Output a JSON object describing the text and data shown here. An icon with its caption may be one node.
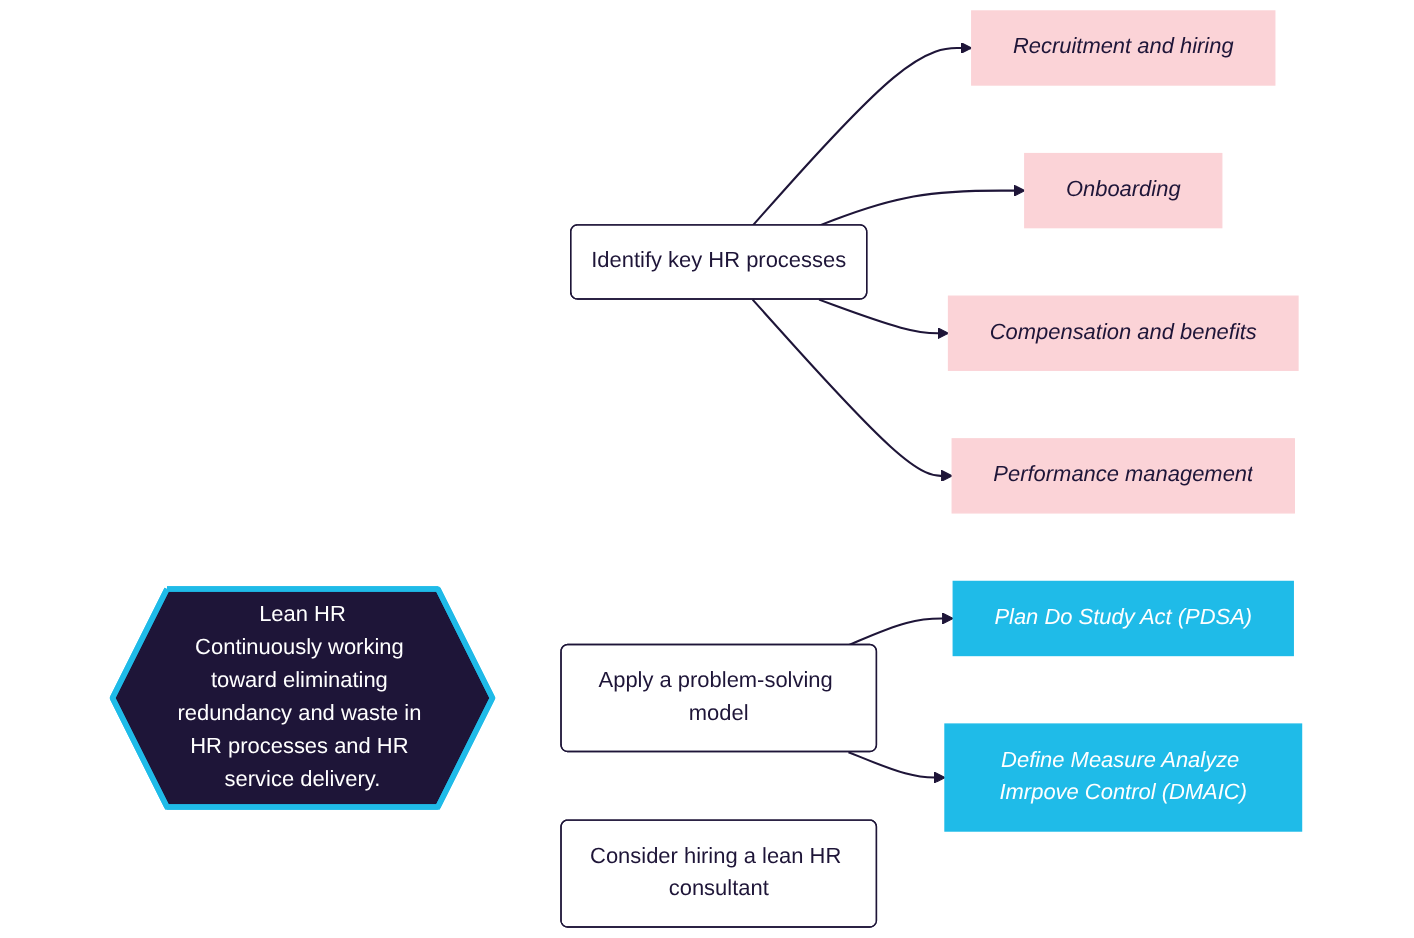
{
  "diagram": {
    "nodes": [
      {
        "text": [
          "Lean HR",
          "Continuously working toward eliminating redundancy and waste in HR processes and HR service delivery."
        ]
      },
      {
        "text": [
          "Identify key HR processes"
        ]
      },
      {
        "text": [
          "Apply a problem-solving model"
        ]
      },
      {
        "text": [
          "Consider hiring a lean HR consultant"
        ]
      },
      {
        "text": [
          "Recruitment and hiring"
        ]
      },
      {
        "text": [
          "Onboarding"
        ]
      },
      {
        "text": [
          "Compensation and benefits"
        ]
      },
      {
        "text": [
          "Performance management"
        ]
      },
      {
        "text": [
          "Plan Do Study Act (PDSA)"
        ]
      },
      {
        "text": [
          "Define Measure Analyze Imrpove Control (DMAIC)"
        ]
      }
    ],
    "edges": [
      {
        "from": 1,
        "to": 4,
        "arrow": "to"
      },
      {
        "from": 1,
        "to": 5,
        "arrow": "to"
      },
      {
        "from": 1,
        "to": 6,
        "arrow": "to"
      },
      {
        "from": 1,
        "to": 7,
        "arrow": "to"
      },
      {
        "from": 2,
        "to": 8,
        "arrow": "to"
      },
      {
        "from": 2,
        "to": 9,
        "arrow": "to"
      }
    ]
  }
}
